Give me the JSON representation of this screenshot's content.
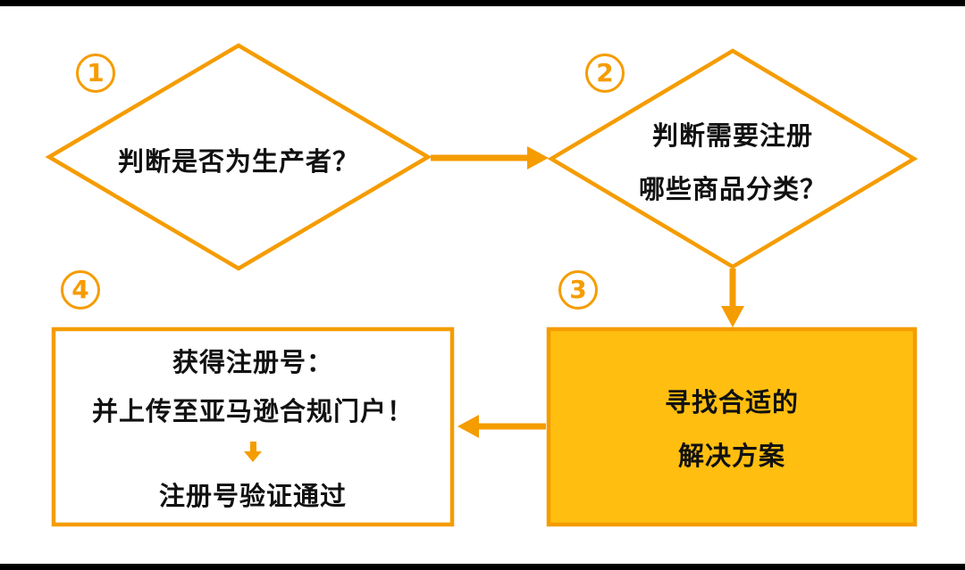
{
  "diagram": {
    "step1": {
      "number": "1",
      "label": "判断是否为生产者？"
    },
    "step2": {
      "number": "2",
      "label_line1": "判断需要注册",
      "label_line2": "哪些商品分类？"
    },
    "step3": {
      "number": "3",
      "label_line1": "寻找合适的",
      "label_line2": "解决方案"
    },
    "step4": {
      "number": "4",
      "label_line1": "获得注册号：",
      "label_line2": "并上传至亚马逊合规门户！",
      "label_line3": "注册号验证通过"
    }
  },
  "colors": {
    "accent": "#F59C00",
    "box_fill": "#FFBE10",
    "text": "#111111",
    "background": "#FFFFFF",
    "frame_bars": "#000000"
  }
}
